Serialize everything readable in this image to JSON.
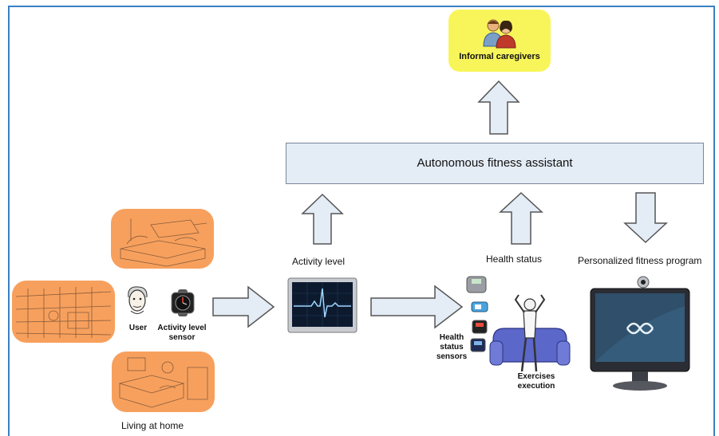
{
  "nodes": {
    "caregivers": "Informal caregivers",
    "assistant": "Autonomous fitness assistant",
    "user": "User",
    "activity_sensor": "Activity level sensor",
    "living_at_home": "Living at home",
    "activity_level": "Activity level",
    "health_status": "Health status",
    "personalized_program": "Personalized fitness program",
    "health_sensors": "Health status sensors",
    "exercises": "Exercises execution"
  },
  "colors": {
    "caregivers_box": "#f8f55a",
    "assistant_box": "#e4ecf6",
    "home_scenes": "#f7a05d",
    "arrow_fill": "#e4ecf6",
    "frame": "#3b7fc4"
  }
}
